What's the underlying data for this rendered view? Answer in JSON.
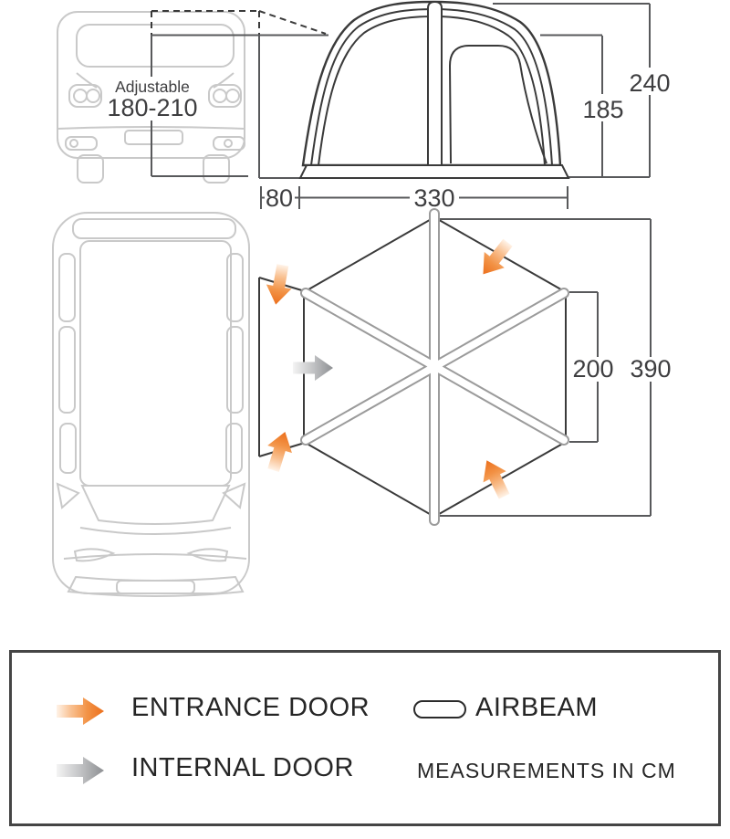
{
  "diagram": {
    "type": "product-dimension-diagram",
    "subject": "drive-away campervan awning, front elevation and floor plan"
  },
  "dimensions": {
    "adjustable_label": "Adjustable",
    "adjustable_range": "180-210",
    "total_height": "240",
    "connection_height": "185",
    "tunnel_depth": "80",
    "awning_width": "330",
    "rear_width": "200",
    "awning_depth": "390"
  },
  "legend": {
    "entries": [
      {
        "label": "ENTRANCE DOOR",
        "icon": "arrow-right-orange"
      },
      {
        "label": "INTERNAL DOOR",
        "icon": "arrow-right-gray"
      },
      {
        "label": "AIRBEAM",
        "icon": "capsule-outline"
      },
      {
        "label": "MEASUREMENTS IN CM",
        "icon": "none"
      }
    ]
  },
  "colors": {
    "entrance_orange": "#EC6F1C",
    "internal_gray": "#8D8F92",
    "outline_dark": "#3A3A3A",
    "vehicle_gray": "#C9C9C9"
  }
}
